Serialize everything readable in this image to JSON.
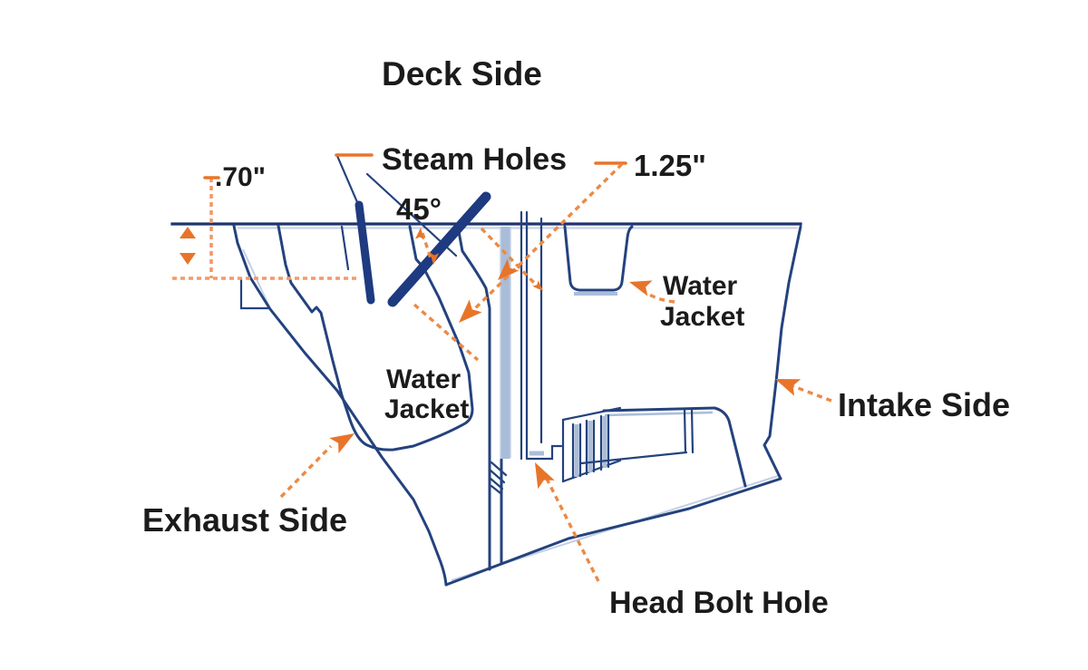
{
  "figure": {
    "title": "Deck Side"
  },
  "labels": {
    "deck_side": "Deck Side",
    "steam_holes": "Steam Holes",
    "water_jacket_left_line1": "Water",
    "water_jacket_left_line2": "Jacket",
    "water_jacket_right_line1": "Water",
    "water_jacket_right_line2": "Jacket",
    "intake_side": "Intake Side",
    "exhaust_side": "Exhaust Side",
    "head_bolt_hole": "Head Bolt Hole"
  },
  "dimensions": {
    "deck_reference_offset": ".70\"",
    "steam_hole_angle": "45°",
    "steam_hole_length": "1.25\""
  },
  "colors": {
    "outline_navy": "#24427e",
    "outline_dark_navy": "#1d3470",
    "steam_hole_bar": "#1e3a80",
    "shadow_light_blue": "#a9bdd8",
    "annotation_orange": "#e8742a",
    "annotation_orange_light": "#f09a6a",
    "label_text": "#1b1b1b",
    "background": "#ffffff"
  }
}
